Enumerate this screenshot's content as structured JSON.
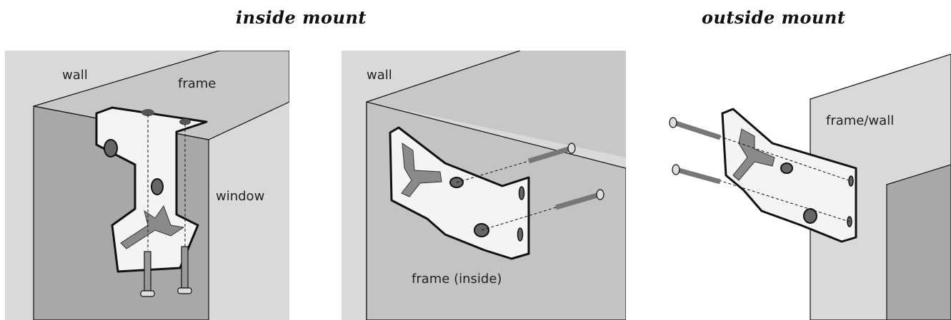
{
  "headings": {
    "inside": "inside mount",
    "outside": "outside mount"
  },
  "panel1": {
    "wall": "wall",
    "frame": "frame",
    "window": "window"
  },
  "panel2": {
    "wall": "wall",
    "frame_inside": "frame (inside)"
  },
  "panel3": {
    "frame_wall": "frame/wall"
  },
  "colors": {
    "background": "#d8d8d8",
    "wall_face": "#c6c6c6",
    "window_shadow": "#a9a9a9",
    "bracket": "#f4f4f4",
    "line": "#111111"
  }
}
